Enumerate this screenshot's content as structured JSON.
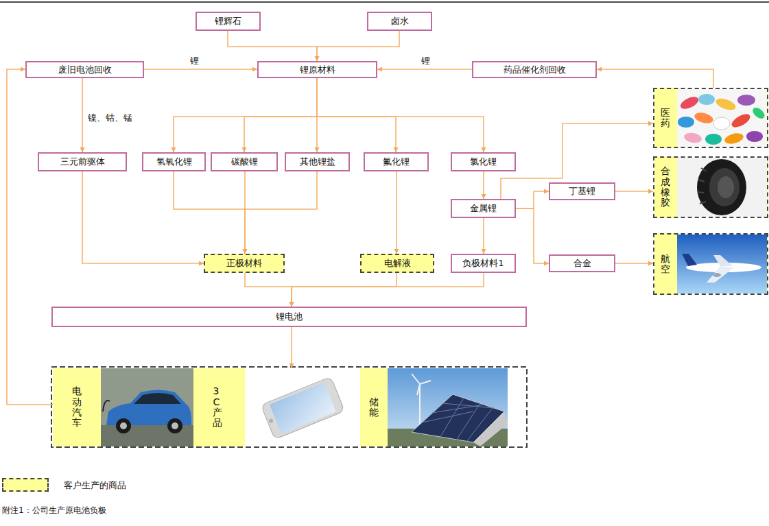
{
  "diagram": {
    "nodes": [
      {
        "text": [
          "锂辉石"
        ]
      },
      {
        "text": [
          "卤水"
        ]
      },
      {
        "text": [
          "废旧电池回收"
        ]
      },
      {
        "text": [
          "锂原材料"
        ]
      },
      {
        "text": [
          "药品催化剂回收"
        ]
      },
      {
        "text": [
          "医药"
        ]
      },
      {
        "text": [
          "三元前驱体"
        ]
      },
      {
        "text": [
          "氢氧化锂"
        ]
      },
      {
        "text": [
          "碳酸锂"
        ]
      },
      {
        "text": [
          "其他锂盐"
        ]
      },
      {
        "text": [
          "氟化锂"
        ]
      },
      {
        "text": [
          "氯化锂"
        ]
      },
      {
        "text": [
          "合成橡胶"
        ]
      },
      {
        "text": [
          "丁基锂"
        ]
      },
      {
        "text": [
          "金属锂"
        ]
      },
      {
        "text": [
          "航空"
        ]
      },
      {
        "text": [
          "正极材料"
        ]
      },
      {
        "text": [
          "电解液"
        ]
      },
      {
        "text": [
          "负极材料1"
        ]
      },
      {
        "text": [
          "合金"
        ]
      },
      {
        "text": [
          "锂电池"
        ]
      },
      {
        "text": [
          "电动汽车"
        ]
      },
      {
        "text": [
          "3C产品"
        ]
      },
      {
        "text": [
          "储能"
        ]
      }
    ],
    "edges": [
      {
        "from": 0,
        "to": 3,
        "arrow": "to"
      },
      {
        "from": 1,
        "to": 3,
        "arrow": "to"
      },
      {
        "from": 2,
        "to": 3,
        "label": "锂",
        "arrow": "to"
      },
      {
        "from": 4,
        "to": 3,
        "label": "锂",
        "arrow": "to"
      },
      {
        "from": 2,
        "to": 6,
        "label": "镍、钴、锰",
        "arrow": "to"
      },
      {
        "from": 3,
        "to": 7,
        "arrow": "to"
      },
      {
        "from": 3,
        "to": 8,
        "arrow": "to"
      },
      {
        "from": 3,
        "to": 9,
        "arrow": "to"
      },
      {
        "from": 3,
        "to": 10,
        "arrow": "to"
      },
      {
        "from": 3,
        "to": 11,
        "arrow": "to"
      },
      {
        "from": 7,
        "to": 16,
        "arrow": "to"
      },
      {
        "from": 8,
        "to": 16,
        "arrow": "to"
      },
      {
        "from": 9,
        "to": 16,
        "arrow": "to"
      },
      {
        "from": 6,
        "to": 16,
        "arrow": "to"
      },
      {
        "from": 10,
        "to": 17,
        "arrow": "to"
      },
      {
        "from": 11,
        "to": 14,
        "arrow": "to"
      },
      {
        "from": 14,
        "to": 18,
        "arrow": "to"
      },
      {
        "from": 14,
        "to": 5,
        "arrow": "to"
      },
      {
        "from": 14,
        "to": 13,
        "arrow": "to"
      },
      {
        "from": 14,
        "to": 19,
        "arrow": "to"
      },
      {
        "from": 13,
        "to": 12,
        "arrow": "to"
      },
      {
        "from": 19,
        "to": 15,
        "arrow": "to"
      },
      {
        "from": 5,
        "to": 4,
        "arrow": "to"
      },
      {
        "from": 16,
        "to": 20,
        "arrow": "to"
      },
      {
        "from": 17,
        "to": 20,
        "arrow": "to"
      },
      {
        "from": 18,
        "to": 20,
        "arrow": "to"
      },
      {
        "from": 20,
        "to": 22,
        "arrow": "to"
      },
      {
        "from": 21,
        "to": 2,
        "arrow": "to"
      }
    ],
    "labels": [
      "附注1：公司生产原电池负极"
    ],
    "legend": [
      {
        "text": "客户生产的商品",
        "color": "#ffff99"
      }
    ]
  }
}
